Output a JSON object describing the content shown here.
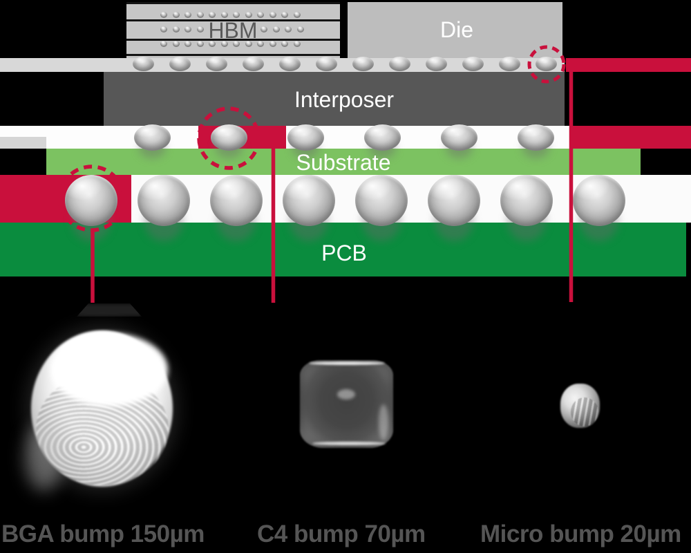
{
  "layers": [
    {
      "id": "hbm",
      "label": "HBM"
    },
    {
      "id": "die",
      "label": "Die"
    },
    {
      "id": "interposer",
      "label": "Interposer"
    },
    {
      "id": "substrate",
      "label": "Substrate"
    },
    {
      "id": "pcb",
      "label": "PCB"
    }
  ],
  "callouts": [
    {
      "id": "bga",
      "label": "BGA bump 150µm"
    },
    {
      "id": "c4",
      "label": "C4 bump 70µm"
    },
    {
      "id": "micro",
      "label": "Micro bump 20µm"
    }
  ],
  "colors": {
    "accent_red": "#C9103C",
    "substrate_green": "#7CC261",
    "pcb_green": "#0A8C3E",
    "interposer_gray": "#575757",
    "hbm_gray": "#C6C6C6",
    "die_gray": "#BDBDBD",
    "bump_strip_gray": "#D8D8D8",
    "caption_gray": "#555555",
    "hbm_text_gray": "#595959",
    "background": "#000000"
  }
}
